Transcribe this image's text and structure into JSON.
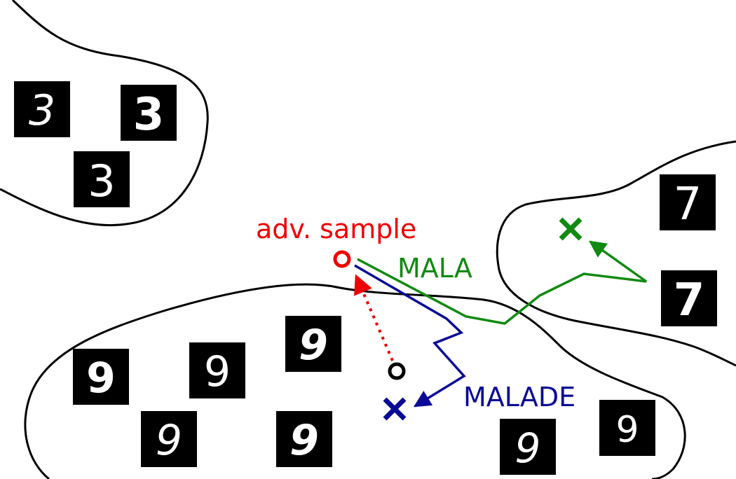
{
  "labels": {
    "adv_sample": "adv. sample",
    "mala": "MALA",
    "malade": "MALADE"
  },
  "colors": {
    "adv": "#ee0000",
    "mala": "#128a12",
    "malade": "#0a0a96",
    "region": "#000000",
    "tile": "#000000",
    "glyph": "#ffffff"
  },
  "clusters": {
    "three": {
      "digits": [
        "3",
        "3",
        "3"
      ]
    },
    "seven": {
      "digits": [
        "7",
        "7"
      ]
    },
    "nine": {
      "digits": [
        "9",
        "9",
        "9",
        "9",
        "9",
        "9",
        "9"
      ]
    }
  }
}
